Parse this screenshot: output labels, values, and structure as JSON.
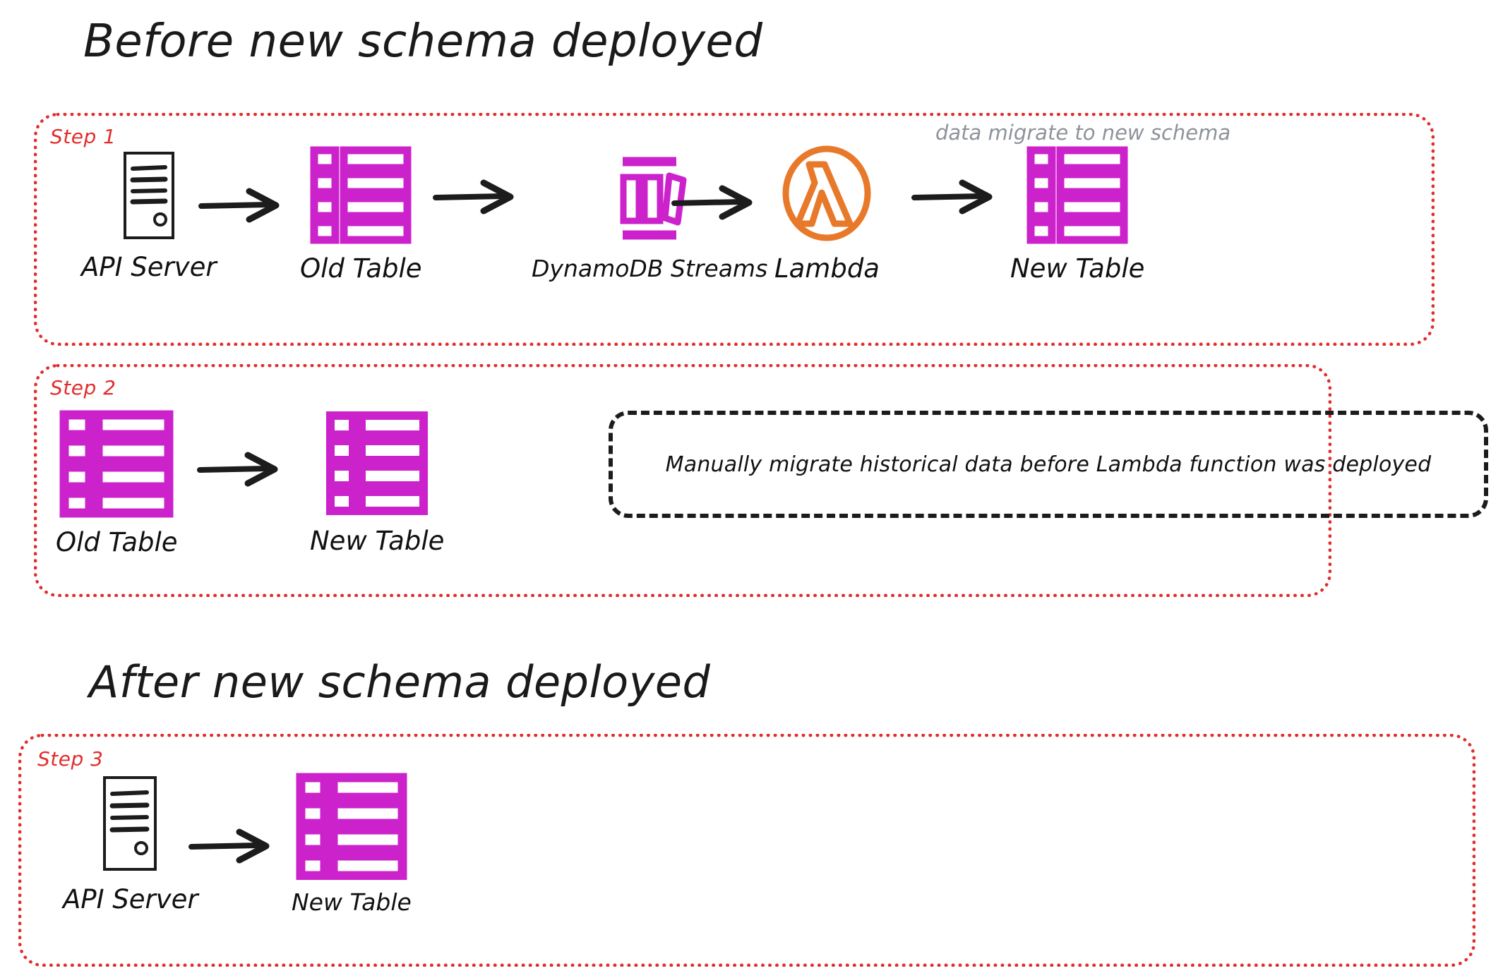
{
  "titles": {
    "before": "Before new schema deployed",
    "after": "After new schema deployed"
  },
  "colors": {
    "table_magenta": "#cc22cc",
    "step_border_red": "#e22d2d",
    "lambda_orange": "#e8792a",
    "annotation_gray": "#8d9399",
    "ink_black": "#1c1c1c"
  },
  "steps": [
    {
      "label": "Step 1",
      "nodes": [
        {
          "name": "api-server",
          "icon": "server-icon",
          "label": "API Server"
        },
        {
          "name": "old-table",
          "icon": "table-icon",
          "label": "Old Table"
        },
        {
          "name": "dynamodb-streams",
          "icon": "streams-icon",
          "label": "DynamoDB Streams"
        },
        {
          "name": "lambda",
          "icon": "lambda-icon",
          "label": "Lambda"
        },
        {
          "name": "new-table",
          "icon": "table-icon",
          "label": "New Table"
        }
      ],
      "annotation": "data migrate to new schema"
    },
    {
      "label": "Step 2",
      "nodes": [
        {
          "name": "old-table",
          "icon": "table-icon",
          "label": "Old Table"
        },
        {
          "name": "new-table",
          "icon": "table-icon",
          "label": "New Table"
        }
      ],
      "note": "Manually migrate historical data before Lambda function was deployed"
    },
    {
      "label": "Step 3",
      "nodes": [
        {
          "name": "api-server",
          "icon": "server-icon",
          "label": "API Server"
        },
        {
          "name": "new-table",
          "icon": "table-icon",
          "label": "New Table"
        }
      ]
    }
  ]
}
